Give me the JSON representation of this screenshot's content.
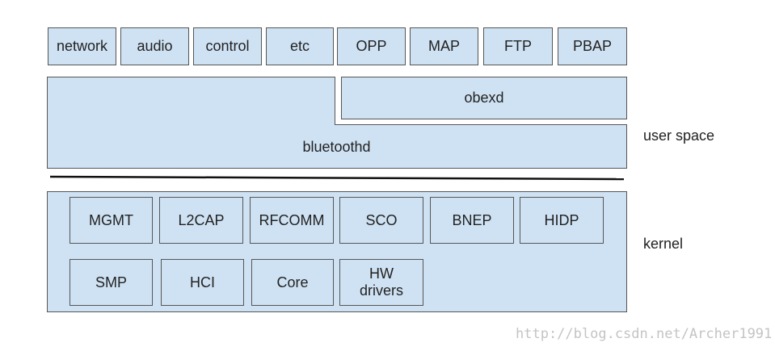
{
  "profiles": [
    "network",
    "audio",
    "control",
    "etc",
    "OPP",
    "MAP",
    "FTP",
    "PBAP"
  ],
  "userspace": {
    "obexd": "obexd",
    "bluetoothd": "bluetoothd",
    "label": "user space"
  },
  "kernel": {
    "label": "kernel",
    "row1": [
      "MGMT",
      "L2CAP",
      "RFCOMM",
      "SCO",
      "BNEP",
      "HIDP"
    ],
    "row2": [
      "SMP",
      "HCI",
      "Core"
    ],
    "hw_line1": "HW",
    "hw_line2": "drivers"
  },
  "watermark": "http://blog.csdn.net/Archer1991",
  "colors": {
    "box_fill": "#cfe2f3",
    "border": "#555555"
  }
}
